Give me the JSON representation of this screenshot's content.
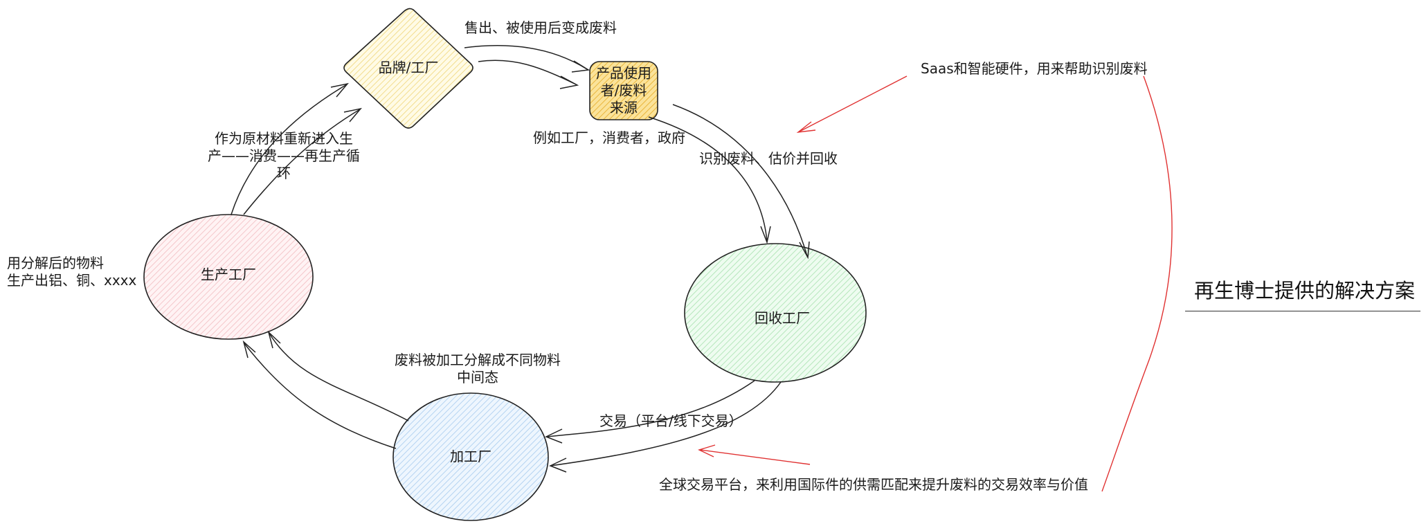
{
  "nodes": {
    "brand": {
      "label": "品牌/工厂",
      "fill": "#fdf3c4"
    },
    "user": {
      "label": "产品使用\n者/废料\n来源",
      "fill": "#f9d77e"
    },
    "recycle": {
      "label": "回收工厂",
      "fill": "#d7f5d9"
    },
    "process": {
      "label": "加工厂",
      "fill": "#d6e9fb"
    },
    "produce": {
      "label": "生产工厂",
      "fill": "#fbe0e2"
    }
  },
  "labels": {
    "sold": "售出、被使用后变成废料",
    "examples": "例如工厂，消费者，政府",
    "identify": "识别废料、估价并回收",
    "trade": "交易（平台/线下交易）",
    "decompose": "废料被加工分解成不同物料\n中间态",
    "produce_out": "用分解后的物料\n生产出铝、铜、xxxx",
    "reenter": "作为原材料重新进入生\n产——消费——再生产循\n环",
    "saas": "Saas和智能硬件，用来帮助识别废料",
    "global": "全球交易平台，来利用国际件的供需匹配来提升废料的交易效率与价值"
  },
  "title": "再生博士提供的解决方案",
  "colors": {
    "stroke": "#222222",
    "accent": "#e03131"
  }
}
